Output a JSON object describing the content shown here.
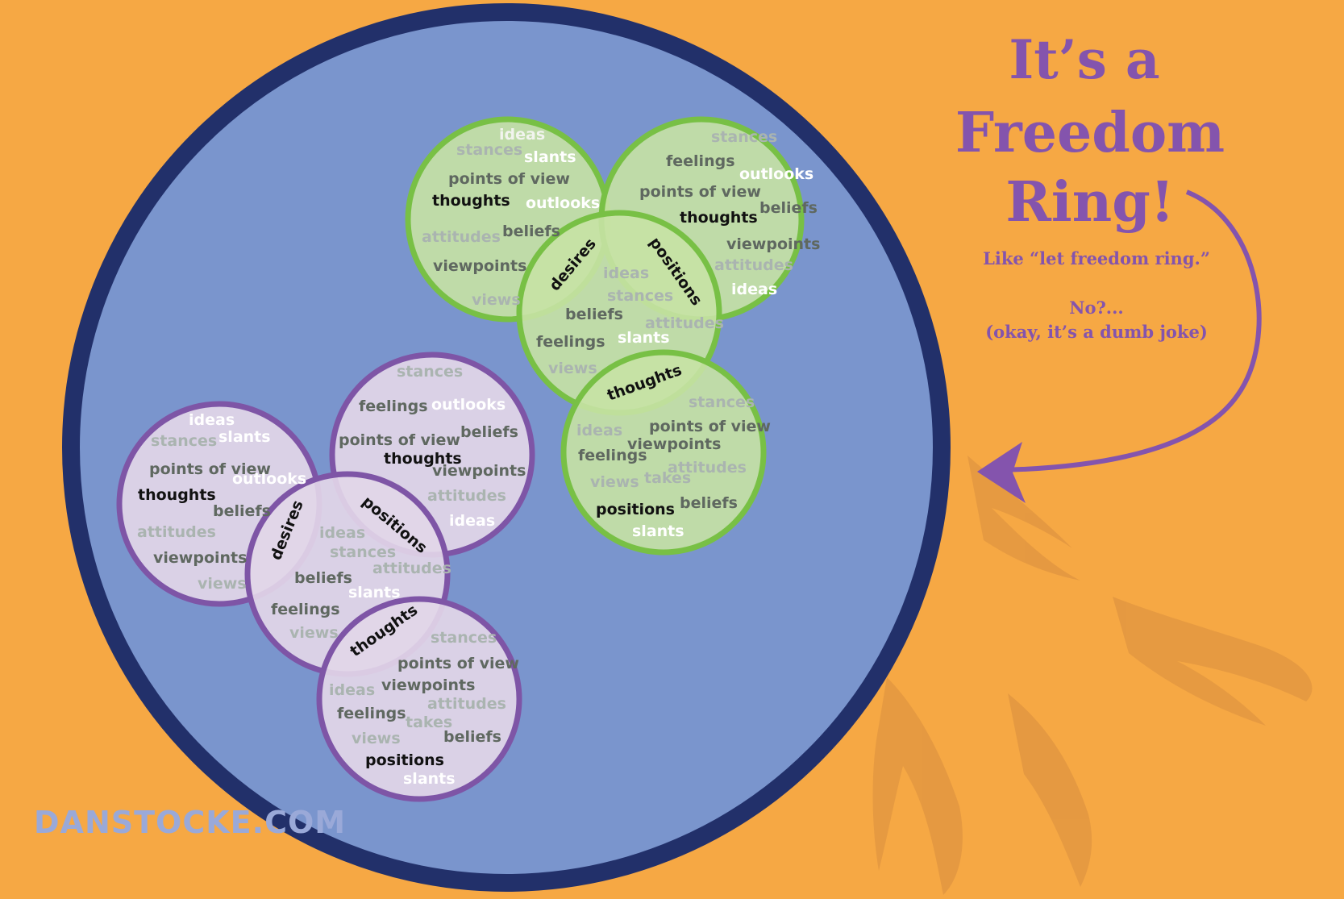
{
  "heading": {
    "line1": "It’s a",
    "line2": "Freedom",
    "line3": "Ring!"
  },
  "subtext": {
    "line1": "Like “let freedom ring.”",
    "line2": "No?...",
    "line3": "(okay, it’s a dumb joke)"
  },
  "watermark": "DANSTOCKE.COM",
  "colors": {
    "background": "#f6a844",
    "ring_fill": "#7a95cd",
    "ring_border": "#22306a",
    "green_fill": "#c6e2a4",
    "green_border": "#78c045",
    "purple_fill": "#e2d6e8",
    "purple_border": "#7e55a6",
    "arrow": "#8454ad",
    "eagle": "#e09540"
  },
  "green_cluster": {
    "overlap_labels": [
      "desires",
      "positions",
      "thoughts"
    ],
    "top_left_circle": [
      "ideas",
      "stances",
      "slants",
      "points of view",
      "thoughts",
      "outlooks",
      "attitudes",
      "beliefs",
      "viewpoints",
      "views"
    ],
    "top_right_circle": [
      "stances",
      "feelings",
      "outlooks",
      "points of view",
      "beliefs",
      "thoughts",
      "viewpoints",
      "attitudes",
      "ideas"
    ],
    "middle_circle": [
      "ideas",
      "stances",
      "beliefs",
      "attitudes",
      "feelings",
      "slants",
      "views"
    ],
    "bottom_circle": [
      "stances",
      "points of view",
      "ideas",
      "viewpoints",
      "feelings",
      "attitudes",
      "views",
      "takes",
      "positions",
      "beliefs",
      "slants"
    ]
  },
  "purple_cluster": {
    "overlap_labels": [
      "desires",
      "positions",
      "thoughts"
    ],
    "left_circle": [
      "ideas",
      "stances",
      "slants",
      "points of view",
      "outlooks",
      "thoughts",
      "beliefs",
      "attitudes",
      "viewpoints",
      "views"
    ],
    "top_right_circle": [
      "stances",
      "feelings",
      "outlooks",
      "points of view",
      "beliefs",
      "thoughts",
      "viewpoints",
      "attitudes",
      "ideas"
    ],
    "middle_circle": [
      "ideas",
      "stances",
      "beliefs",
      "attitudes",
      "slants",
      "feelings",
      "views"
    ],
    "bottom_circle": [
      "stances",
      "points of view",
      "ideas",
      "viewpoints",
      "feelings",
      "attitudes",
      "takes",
      "views",
      "beliefs",
      "positions",
      "slants"
    ]
  }
}
